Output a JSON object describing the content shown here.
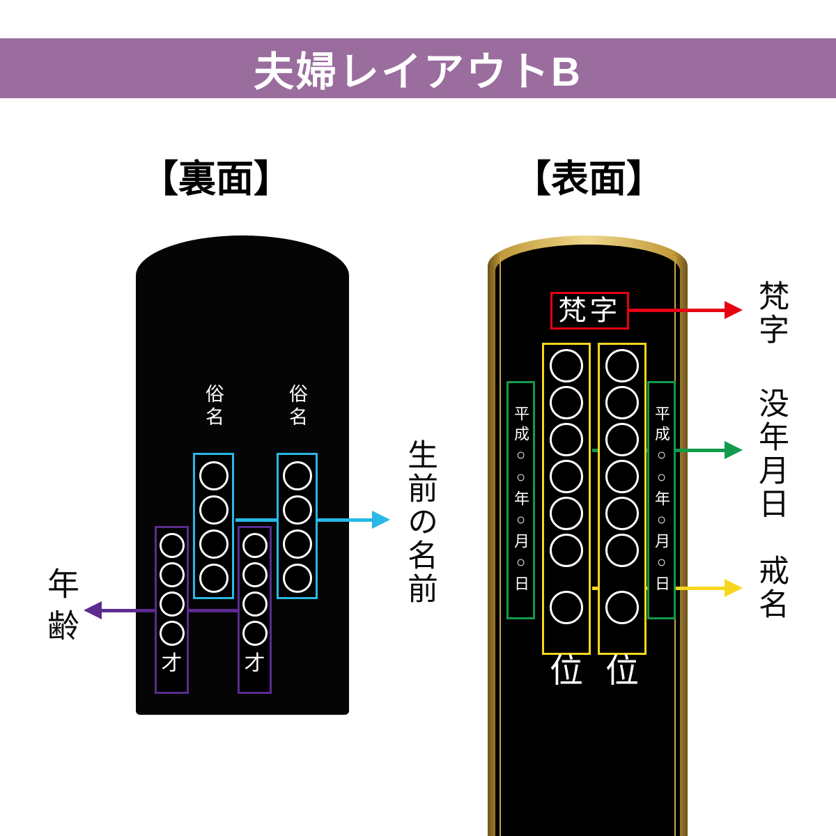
{
  "header": {
    "title": "夫婦レイアウトB"
  },
  "back": {
    "title": "【裏面】",
    "zokumyo": [
      "俗名",
      "俗名"
    ],
    "age_char": [
      "才",
      "才"
    ],
    "labels": {
      "age": "年齢",
      "living_name": "生前の名前"
    }
  },
  "front": {
    "title": "【表面】",
    "bonji": "梵字",
    "date_text": [
      "平成○○年○月○日",
      "平成○○年○月○日"
    ],
    "rank": [
      "位",
      "位"
    ],
    "labels": {
      "bonji": "梵字",
      "death_date": "没年月日",
      "kaimyo": "戒名"
    }
  },
  "colors": {
    "header_bg": "#9a6d9e",
    "cyan": "#29b8e5",
    "purple": "#5b2b8e",
    "red": "#e60012",
    "green": "#149a4d",
    "yellow": "#f7d71e",
    "gold": "#c19a3a",
    "tablet": "#000000"
  }
}
